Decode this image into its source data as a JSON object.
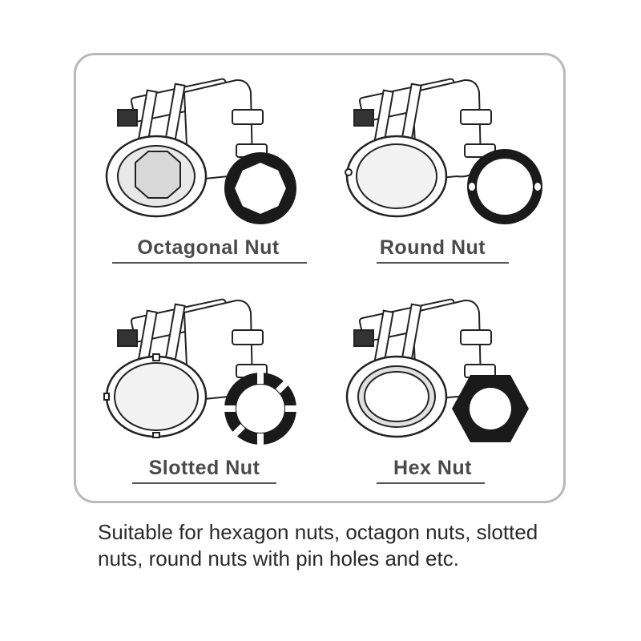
{
  "nuts": [
    {
      "label": "Octagonal Nut",
      "icon": "octagonal-nut-icon"
    },
    {
      "label": "Round Nut",
      "icon": "round-nut-icon"
    },
    {
      "label": "Slotted Nut",
      "icon": "slotted-nut-icon"
    },
    {
      "label": "Hex Nut",
      "icon": "hex-nut-icon"
    }
  ],
  "caption": "Suitable for hexagon nuts, octagon nuts, slotted nuts, round nuts with pin holes and etc.",
  "colors": {
    "border": "#b9b9b9",
    "nut": "#1a1a1a",
    "label": "#4a4a4a"
  }
}
